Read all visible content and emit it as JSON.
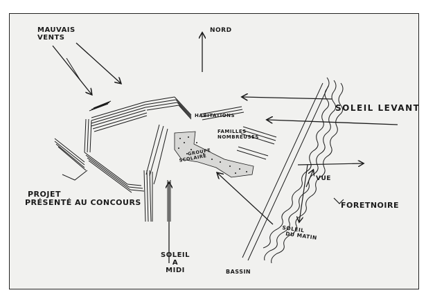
{
  "labels": {
    "mauvais_vents": [
      "MAUVAIS",
      "VENTS"
    ],
    "nord": "NORD",
    "soleil_levant": "SOLEIL LEVANT",
    "habitations": "HABITATIONS",
    "familles_nombreuses": [
      "FAMILLES",
      "NOMBREUSES"
    ],
    "groupe_scolaire": [
      "GROUPE",
      "SCOLAIRE"
    ],
    "vue": "VUE",
    "foret_noire": "FORETNOIRE",
    "projet": [
      "PROJET",
      "PRÉSENTÉ AU CONCOURS"
    ],
    "soleil_du_matin": [
      "SOLEIL",
      "DU MATIN"
    ],
    "soleil_a_midi": [
      "SOLEIL",
      "A",
      "MIDI"
    ],
    "bassin": "BASSIN"
  },
  "colors": {
    "ink": "#1a1a1a",
    "paper": "#f1f1ef",
    "frame": "#222222"
  }
}
